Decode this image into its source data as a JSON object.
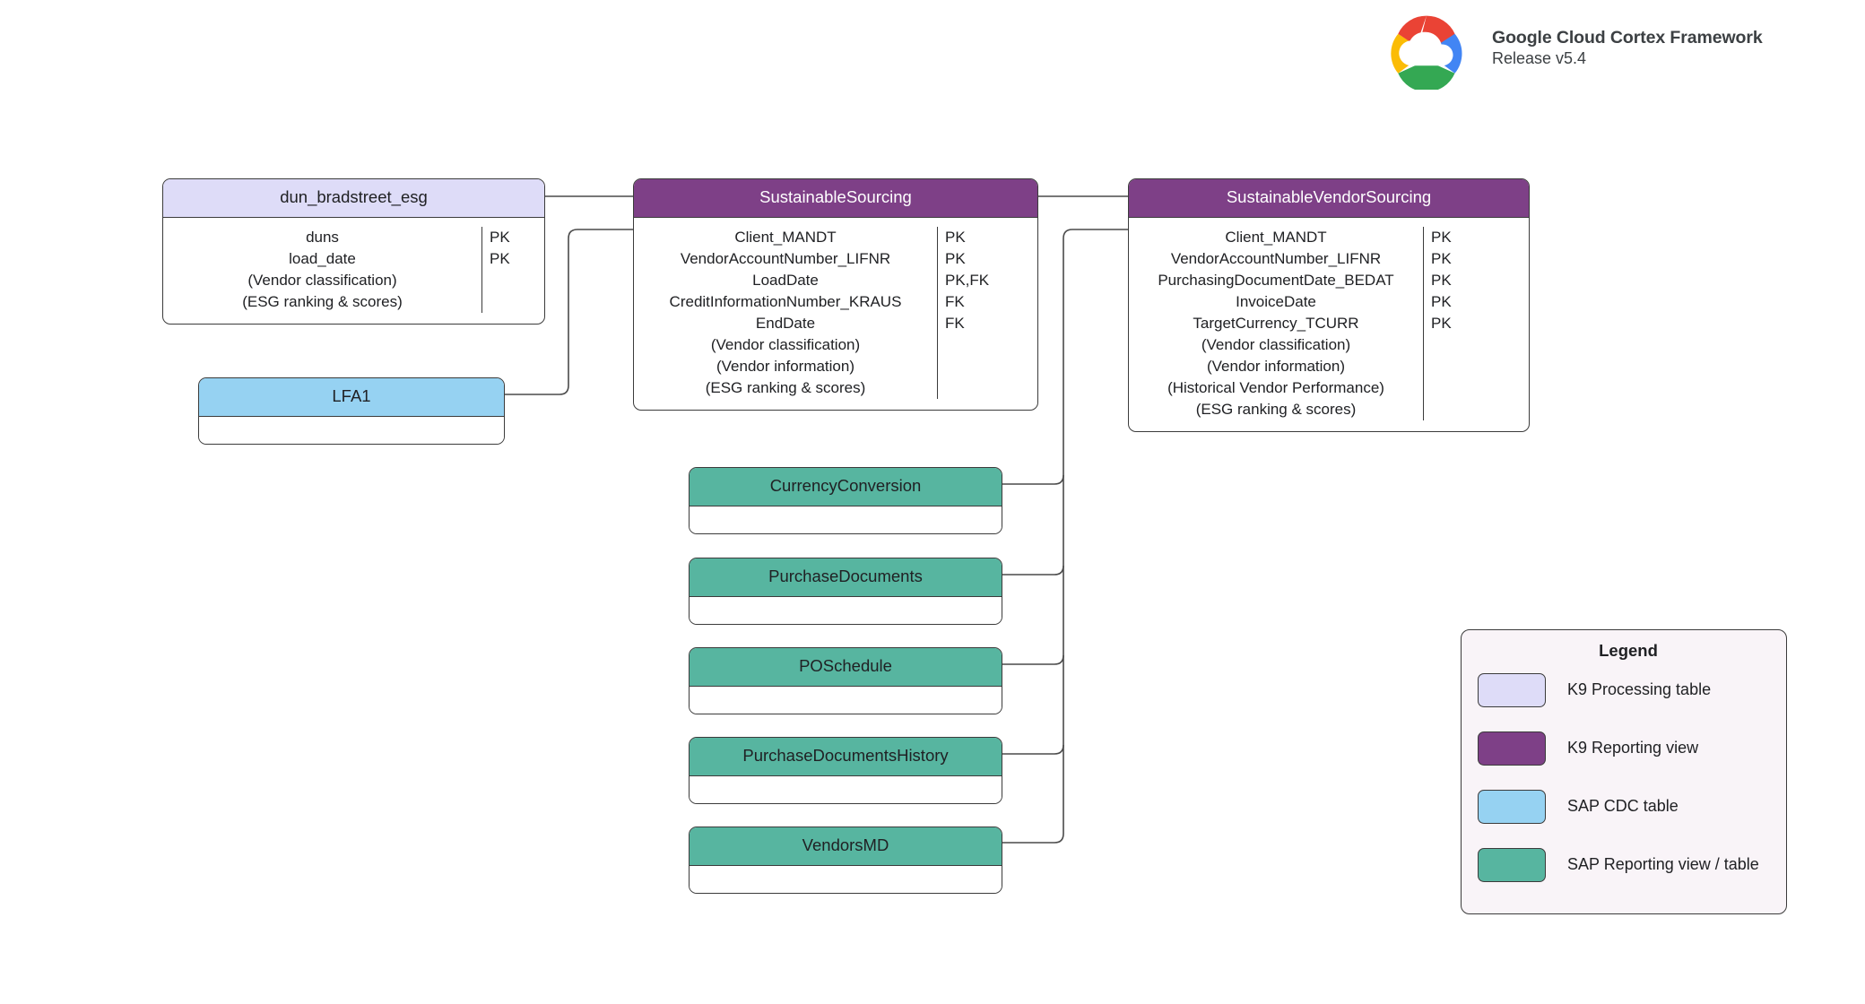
{
  "brand": {
    "logo_icon": "google-cloud-logo",
    "title": "Google Cloud Cortex Framework",
    "release": "Release v5.4"
  },
  "colors": {
    "k9_processing_table": "#dedcf8",
    "k9_reporting_view": "#7e4087",
    "sap_cdc_table": "#96d2f2",
    "sap_reporting_view": "#57b5a0",
    "connector": "#4a4a4a",
    "border": "#3b3b3b",
    "legend_background": "#f9f4f8"
  },
  "entities": [
    {
      "id": "dun_bradstreet_esg",
      "name": "dun_bradstreet_esg",
      "type": "K9 Processing table",
      "attributes": [
        {
          "name": "duns",
          "key": "PK"
        },
        {
          "name": "load_date",
          "key": "PK"
        },
        {
          "name": "(Vendor classification)",
          "key": ""
        },
        {
          "name": "(ESG ranking & scores)",
          "key": ""
        }
      ]
    },
    {
      "id": "sustainable_sourcing",
      "name": "SustainableSourcing",
      "type": "K9 Reporting view",
      "attributes": [
        {
          "name": "Client_MANDT",
          "key": "PK"
        },
        {
          "name": "VendorAccountNumber_LIFNR",
          "key": "PK"
        },
        {
          "name": "LoadDate",
          "key": "PK,FK"
        },
        {
          "name": "CreditInformationNumber_KRAUS",
          "key": "FK"
        },
        {
          "name": "EndDate",
          "key": "FK"
        },
        {
          "name": "(Vendor classification)",
          "key": ""
        },
        {
          "name": "(Vendor information)",
          "key": ""
        },
        {
          "name": "(ESG ranking & scores)",
          "key": ""
        }
      ]
    },
    {
      "id": "sustainable_vendor_sourcing",
      "name": "SustainableVendorSourcing",
      "type": "K9 Reporting view",
      "attributes": [
        {
          "name": "Client_MANDT",
          "key": "PK"
        },
        {
          "name": "VendorAccountNumber_LIFNR",
          "key": "PK"
        },
        {
          "name": "PurchasingDocumentDate_BEDAT",
          "key": "PK"
        },
        {
          "name": "InvoiceDate",
          "key": "PK"
        },
        {
          "name": "TargetCurrency_TCURR",
          "key": "PK"
        },
        {
          "name": "(Vendor classification)",
          "key": ""
        },
        {
          "name": "(Vendor information)",
          "key": ""
        },
        {
          "name": "(Historical Vendor Performance)",
          "key": ""
        },
        {
          "name": "(ESG ranking & scores)",
          "key": ""
        }
      ]
    },
    {
      "id": "lfa1",
      "name": "LFA1",
      "type": "SAP CDC table",
      "attributes": []
    },
    {
      "id": "currency_conversion",
      "name": "CurrencyConversion",
      "type": "SAP Reporting view / table",
      "attributes": []
    },
    {
      "id": "purchase_documents",
      "name": "PurchaseDocuments",
      "type": "SAP Reporting view / table",
      "attributes": []
    },
    {
      "id": "po_schedule",
      "name": "POSchedule",
      "type": "SAP Reporting view / table",
      "attributes": []
    },
    {
      "id": "purchase_documents_history",
      "name": "PurchaseDocumentsHistory",
      "type": "SAP Reporting view / table",
      "attributes": []
    },
    {
      "id": "vendors_md",
      "name": "VendorsMD",
      "type": "SAP Reporting view / table",
      "attributes": []
    }
  ],
  "legend": {
    "title": "Legend",
    "items": [
      {
        "label": "K9 Processing table",
        "color": "#dedcf8"
      },
      {
        "label": "K9 Reporting view",
        "color": "#7e4087"
      },
      {
        "label": "SAP CDC table",
        "color": "#96d2f2"
      },
      {
        "label": "SAP Reporting view / table",
        "color": "#57b5a0"
      }
    ]
  }
}
